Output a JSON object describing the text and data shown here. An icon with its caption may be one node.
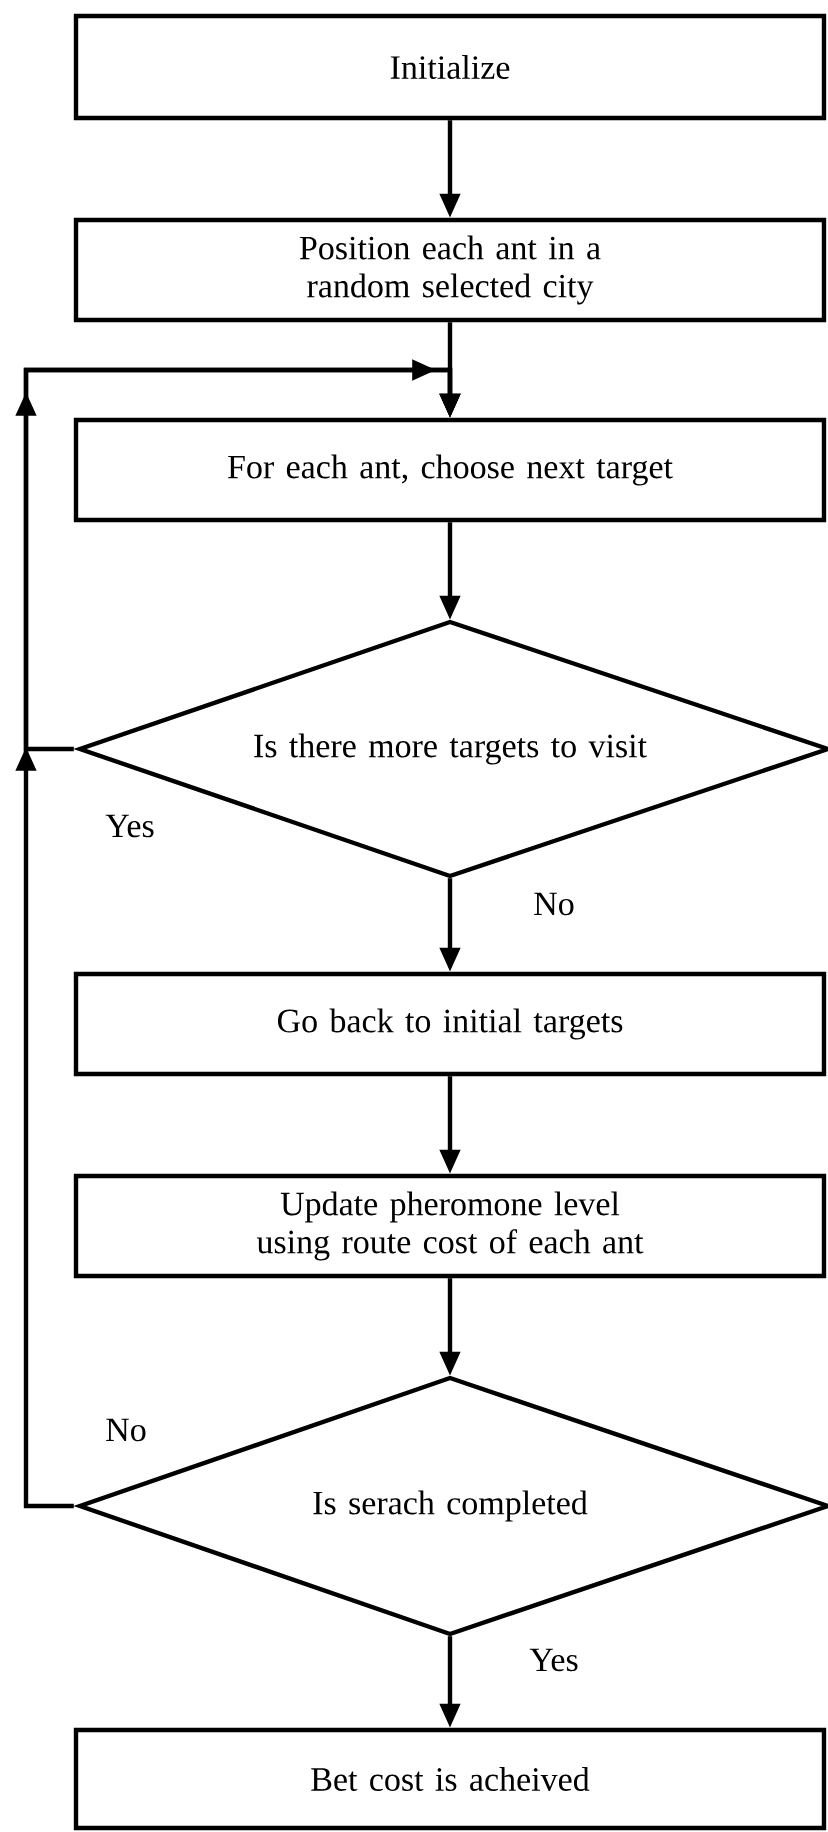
{
  "diagram": {
    "nodes": [
      {
        "text": [
          "Initialize"
        ]
      },
      {
        "text": [
          "Position each ant in a random selected city"
        ]
      },
      {
        "text": [
          "For each ant, choose next target"
        ]
      },
      {
        "text": [
          "Is there more targets to visit"
        ]
      },
      {
        "text": [
          "Go back to initial targets"
        ]
      },
      {
        "text": [
          "Update pheromone level using route cost of each ant"
        ]
      },
      {
        "text": [
          "Is serach completed"
        ]
      },
      {
        "text": [
          "Bet cost is acheived"
        ]
      }
    ],
    "edges": [
      {
        "from": 0,
        "to": 1,
        "arrow": "to"
      },
      {
        "from": 1,
        "to": 2,
        "arrow": "to"
      },
      {
        "from": 2,
        "to": 3,
        "arrow": "to"
      },
      {
        "from": 3,
        "to": 2,
        "arrow": "to",
        "label": "Yes"
      },
      {
        "from": 3,
        "to": 4,
        "arrow": "to",
        "label": "No"
      },
      {
        "from": 4,
        "to": 5,
        "arrow": "to"
      },
      {
        "from": 5,
        "to": 6,
        "arrow": "to"
      },
      {
        "from": 6,
        "to": 2,
        "arrow": "to",
        "label": "No"
      },
      {
        "from": 6,
        "to": 7,
        "arrow": "to",
        "label": "Yes"
      }
    ]
  }
}
